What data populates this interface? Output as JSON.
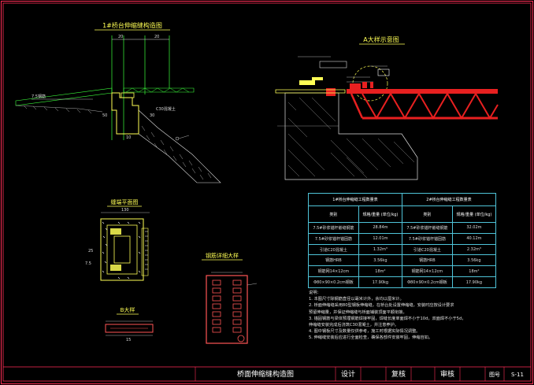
{
  "drawing": {
    "view_titles": {
      "joint_detail": "1#桥台伸缩缝构造图",
      "big_sample": "A大样示意图",
      "plan_view": "缝端平面图",
      "rebar_detail": "钢筋详细大样",
      "small_detail": "B大样"
    },
    "dimensions": {
      "d1": "20",
      "d2": "20",
      "d3": "50",
      "d4": "10",
      "d5": "30",
      "d6": "25",
      "d7": "130",
      "d8": "15",
      "d9": "7.5"
    },
    "labels": {
      "left_note": "7.5钢筋",
      "mid_note": "C30混凝土"
    }
  },
  "quantity_table": {
    "caption_left": "1#桥台伸缩缝工程数量表",
    "caption_right": "2#桥台伸缩缝工程数量表",
    "headers": [
      "类别",
      "规格/重量 (单位/kg)",
      "类别",
      "规格/重量 (单位/kg)"
    ],
    "rows": [
      [
        "7.5#砂浆锚杆嵌缝钢筋",
        "28.84m",
        "7.5#砂浆锚杆嵌缝钢筋",
        "32.02m"
      ],
      [
        "7.5#砂浆锚杆锚固筋",
        "12.01m",
        "7.5#砂浆锚杆锚固筋",
        "40.12m"
      ],
      [
        "引道C20混凝土",
        "1.32m³",
        "引道C20混凝土",
        "2.32m³"
      ],
      [
        "钢筋HRB",
        "3.56kg",
        "钢筋HRB",
        "3.56kg"
      ],
      [
        "钢筋网14×12cm",
        "18m²",
        "钢筋网14×12cm",
        "18m²"
      ],
      [
        "Φ80×90×0.2cm钢板",
        "17.90kg",
        "Φ80×90×0.2cm钢板",
        "17.90kg"
      ]
    ]
  },
  "notes": {
    "heading": "说明：",
    "lines": [
      "1. 本图尺寸除钢筋直径以毫米计外，余均以厘米计。",
      "2. 桥面伸缩缝采用80型钢板伸缩缝，在桥台处设置伸缩缝，安装时应按设计要求",
      "   预留伸缩量，并保证伸缩缝与桥面铺装顶面平顺衔接。",
      "3. 锚固钢筋与梁体预埋钢筋焊接牢固，焊缝长度单面焊不小于10d，双面焊不小于5d，",
      "   伸缩缝安装完成后浇筑C30混凝土，并注意养护。",
      "4. 图中钢板尺寸及数量仅供参考，施工时根据实际情况调整。",
      "5. 伸缩缝安装后应进行全面检查，确保各部件安装牢固，伸缩自如。"
    ]
  },
  "title_block": {
    "drawing_title": "桥面伸缩缝构造图",
    "design_label": "设计",
    "check_label": "复核",
    "review_label": "审核",
    "sheet_label": "图号",
    "sheet_number": "S-11"
  }
}
